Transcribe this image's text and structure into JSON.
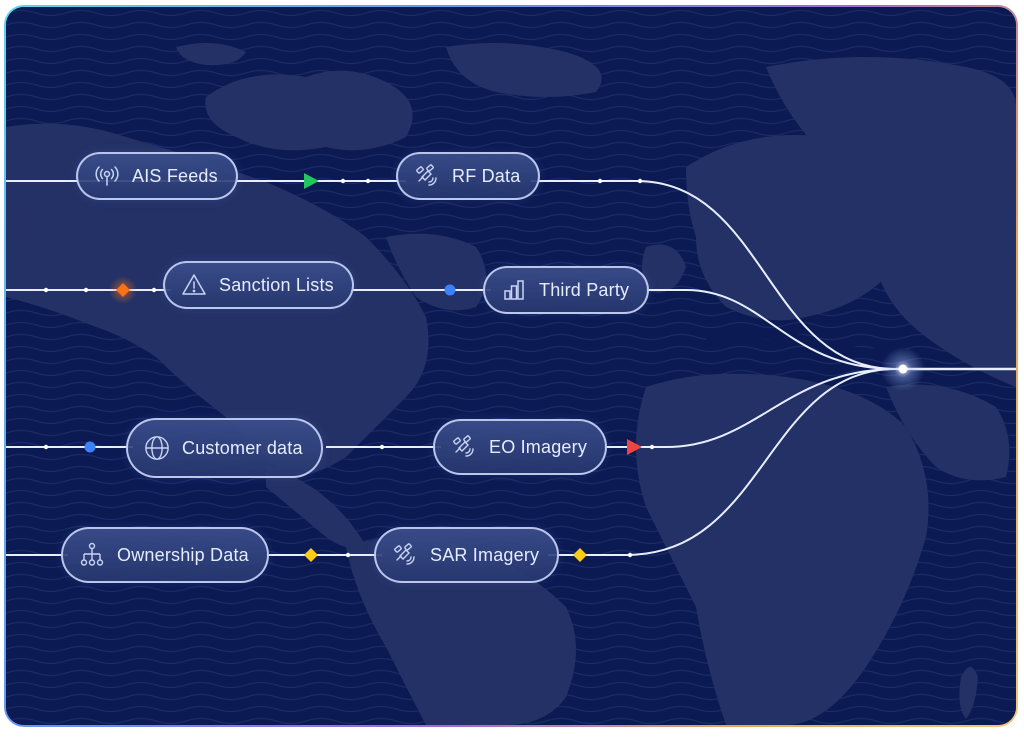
{
  "diagram": {
    "type": "data-flow",
    "description": "Data sources converging into a single output over a world map",
    "colors": {
      "background": "#0b1a52",
      "landmass": "#233166",
      "line": "#e8eeff",
      "green_marker": "#22c55e",
      "orange_marker": "#f97316",
      "blue_marker": "#3b82f6",
      "red_marker": "#ef4444",
      "yellow_marker": "#facc15"
    },
    "nodes": [
      {
        "id": "ais",
        "label": "AIS Feeds",
        "icon": "antenna-signal-icon"
      },
      {
        "id": "rf",
        "label": "RF Data",
        "icon": "satellite-icon"
      },
      {
        "id": "sanctions",
        "label": "Sanction Lists",
        "icon": "warning-triangle-icon"
      },
      {
        "id": "third",
        "label": "Third Party",
        "icon": "bar-chart-icon"
      },
      {
        "id": "customer",
        "label": "Customer data",
        "icon": "globe-icon"
      },
      {
        "id": "eo",
        "label": "EO Imagery",
        "icon": "satellite-icon"
      },
      {
        "id": "ownership",
        "label": "Ownership Data",
        "icon": "hierarchy-icon"
      },
      {
        "id": "sar",
        "label": "SAR Imagery",
        "icon": "satellite-icon"
      }
    ],
    "rows": [
      {
        "nodes": [
          "ais",
          "rf"
        ],
        "markers": [
          "green-arrow"
        ]
      },
      {
        "nodes": [
          "sanctions",
          "third"
        ],
        "markers": [
          "orange-diamond",
          "blue-dot"
        ]
      },
      {
        "nodes": [
          "customer",
          "eo"
        ],
        "markers": [
          "blue-dot",
          "red-arrow"
        ]
      },
      {
        "nodes": [
          "ownership",
          "sar"
        ],
        "markers": [
          "yellow-diamond",
          "yellow-diamond"
        ]
      }
    ],
    "convergence_point": "single merged output line to the right"
  }
}
